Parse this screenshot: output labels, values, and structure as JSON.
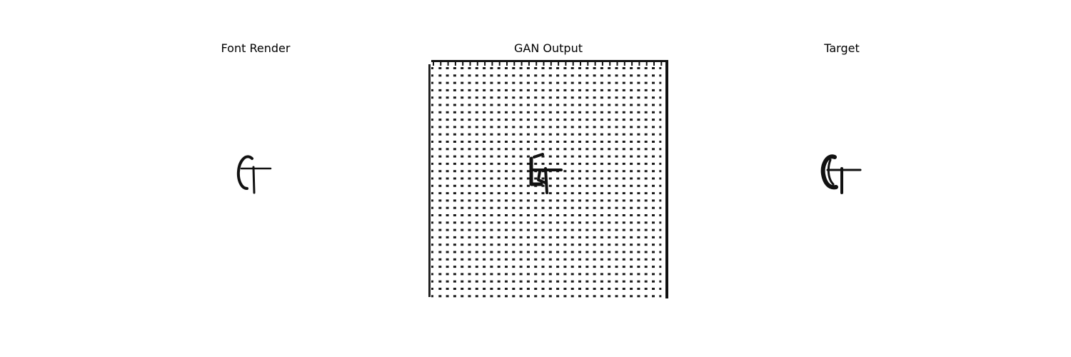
{
  "panels": [
    {
      "title": "Font Render",
      "glyph": "G"
    },
    {
      "title": "GAN Output",
      "glyph": "G"
    },
    {
      "title": "Target",
      "glyph": "G"
    }
  ]
}
